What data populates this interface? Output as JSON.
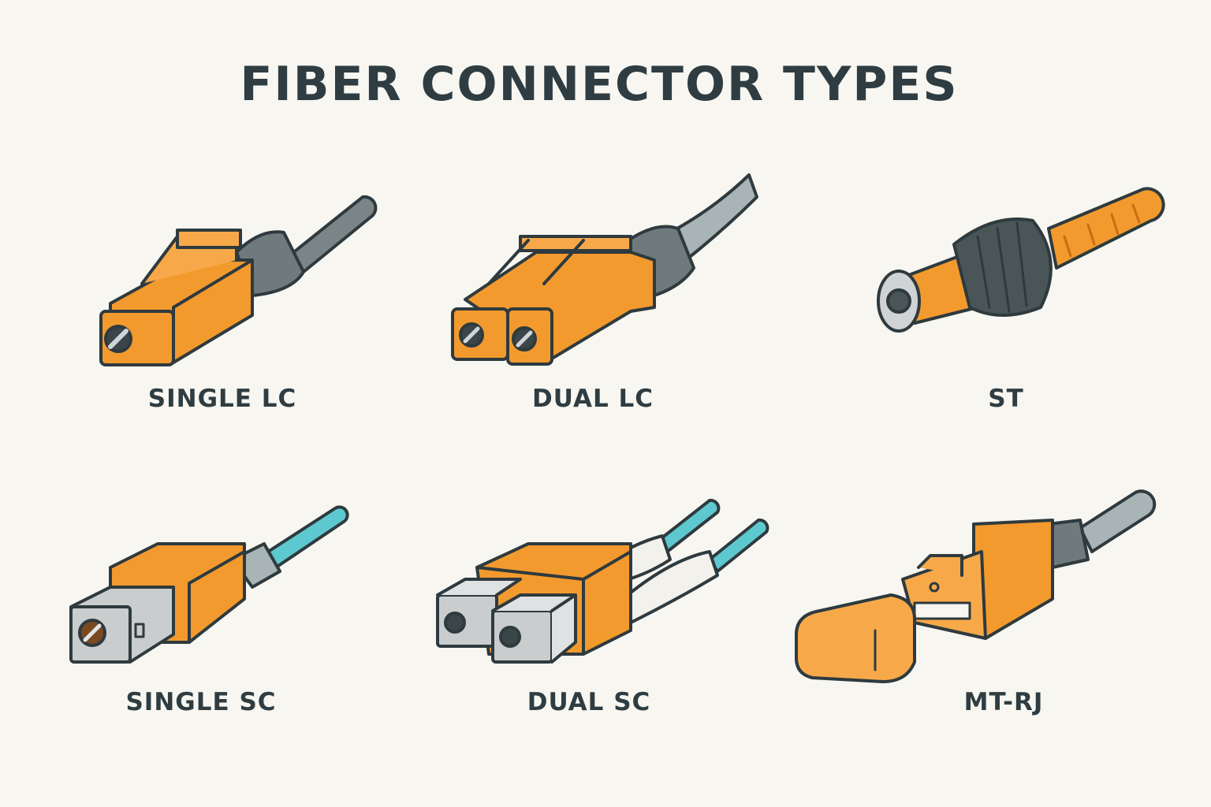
{
  "title": "FIBER CONNECTOR TYPES",
  "connectors": [
    {
      "label": "SINGLE LC"
    },
    {
      "label": "DUAL LC"
    },
    {
      "label": "ST"
    },
    {
      "label": "SINGLE SC"
    },
    {
      "label": "DUAL SC"
    },
    {
      "label": "MT-RJ"
    }
  ],
  "colors": {
    "background": "#f7f6f1",
    "text": "#2f3d42",
    "orange": "#f39a2e",
    "outline": "#2e3a3e",
    "cable_gray": "#a9b4b6",
    "boot_gray": "#6f7a7c",
    "fiber_teal": "#5ec8d0"
  }
}
